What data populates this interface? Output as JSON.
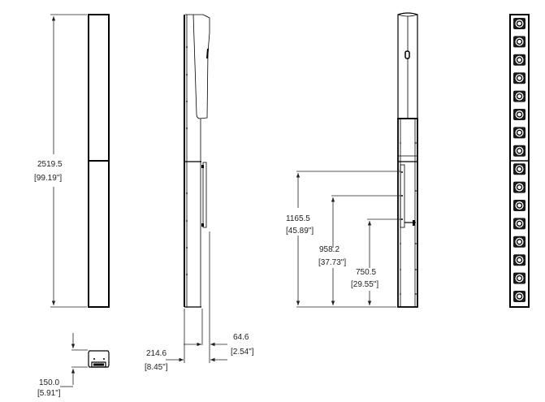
{
  "views": {
    "front": {
      "height_mm": "2519.5",
      "height_in": "[99.19\"]"
    },
    "top": {
      "depth_mm": "150.0",
      "depth_in": "[5.91\"]"
    },
    "side": {
      "width_mm": "214.6",
      "width_in": "[8.45\"]",
      "bracket_mm": "64.6",
      "bracket_in": "[2.54\"]"
    },
    "rear": {
      "mount_heights": [
        {
          "mm": "1165.5",
          "in": "[45.89\"]"
        },
        {
          "mm": "958.2",
          "in": "[37.73\"]"
        },
        {
          "mm": "750.5",
          "in": "[29.55\"]"
        }
      ]
    },
    "grille": {
      "driver_count": 16
    }
  },
  "colors": {
    "line": "#000000",
    "text": "#222222",
    "background": "#ffffff"
  }
}
